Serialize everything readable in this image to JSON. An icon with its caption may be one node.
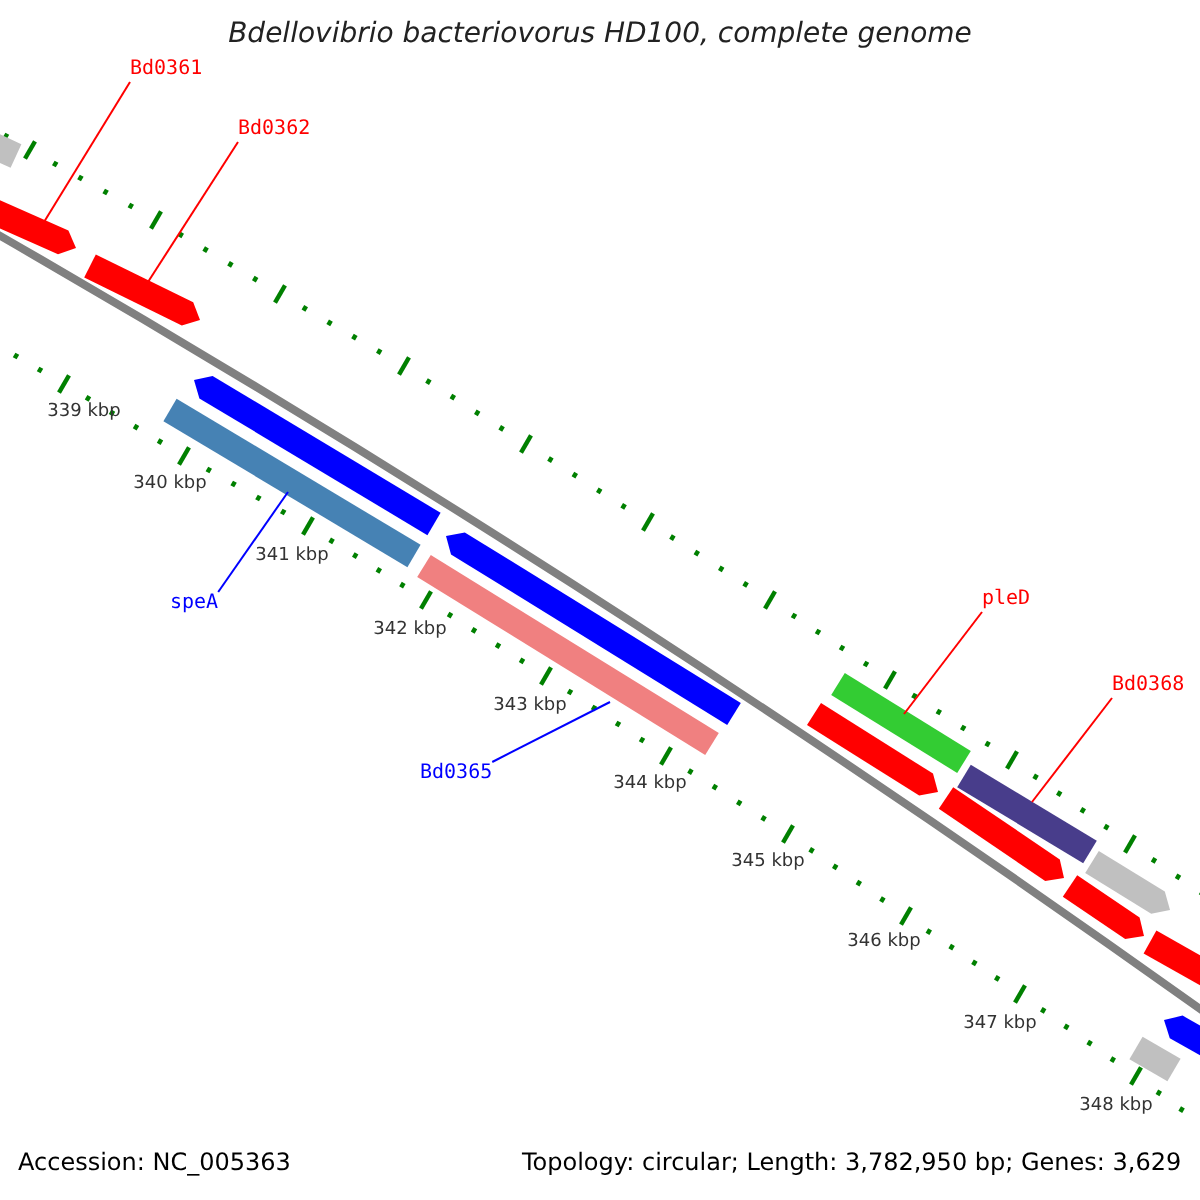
{
  "diagram": {
    "title": "Bdellovibrio bacteriovorus HD100, complete genome",
    "nodes": [
      {
        "text": [
          "Bd0361"
        ]
      },
      {
        "text": [],
        "shape": "arrow"
      },
      {
        "text": [
          "Bd0362"
        ]
      },
      {
        "text": [],
        "shape": "arrow"
      },
      {
        "text": [
          "speA"
        ]
      },
      {
        "text": [],
        "shape": "bar"
      },
      {
        "text": [
          "Bd0365"
        ]
      },
      {
        "text": [],
        "shape": "bar"
      },
      {
        "text": [
          "pleD"
        ]
      },
      {
        "text": [],
        "shape": "bar"
      },
      {
        "text": [
          "Bd0368"
        ]
      },
      {
        "text": [],
        "shape": "bar"
      },
      {
        "text": [],
        "shape": "bar"
      },
      {
        "text": [],
        "shape": "arrow"
      },
      {
        "text": [],
        "shape": "arrow"
      },
      {
        "text": [],
        "shape": "arrow"
      },
      {
        "text": [],
        "shape": "arrow"
      },
      {
        "text": [],
        "shape": "arrow"
      },
      {
        "text": [],
        "shape": "bar"
      },
      {
        "text": [],
        "shape": "arrow"
      },
      {
        "text": [],
        "shape": "arrow"
      },
      {
        "text": [],
        "shape": "bar"
      }
    ],
    "edges": [
      {
        "from": 0,
        "to": 1,
        "arrow": "none"
      },
      {
        "from": 2,
        "to": 3,
        "arrow": "none"
      },
      {
        "from": 4,
        "to": 5,
        "arrow": "none",
        "color": "#0000ff"
      },
      {
        "from": 6,
        "to": 7,
        "arrow": "none",
        "color": "#0000ff"
      },
      {
        "from": 8,
        "to": 9,
        "arrow": "none"
      },
      {
        "from": 10,
        "to": 11,
        "arrow": "none"
      }
    ],
    "labels": [
      "339 kbp",
      "340 kbp",
      "341 kbp",
      "342 kbp",
      "343 kbp",
      "344 kbp",
      "345 kbp",
      "346 kbp",
      "347 kbp",
      "348 kbp",
      "Accession: NC_005363",
      "Topology: circular; Length: 3,782,950 bp; Genes: 3,629"
    ]
  }
}
